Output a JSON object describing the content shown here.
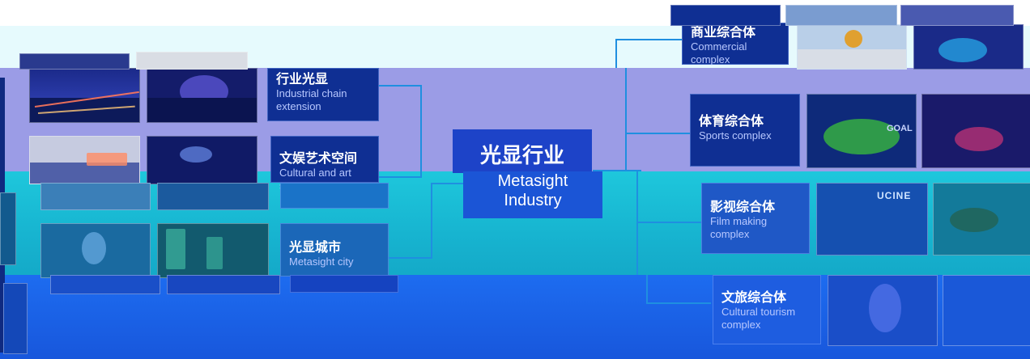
{
  "center": {
    "zh": "光显行业",
    "en_line1": "Metasight",
    "en_line2": "Industry"
  },
  "left_branches": [
    {
      "zh": "行业光显",
      "en": "Industrial chain extension"
    },
    {
      "zh": "文娱艺术空间",
      "en": "Cultural and art space"
    },
    {
      "zh": "光显城市",
      "en": "Metasight city"
    }
  ],
  "right_branches": [
    {
      "zh": "商业综合体",
      "en": "Commercial complex"
    },
    {
      "zh": "体育综合体",
      "en": "Sports complex"
    },
    {
      "zh": "影视综合体",
      "en": "Film making complex"
    },
    {
      "zh": "文旅综合体",
      "en": "Cultural tourism complex"
    }
  ],
  "photo_labels": {
    "ucine": "UCINE",
    "scoreboard": "GOAL"
  },
  "colors": {
    "label_bg": "#0f2f93",
    "connector": "#1f8fe0",
    "band_lavender": "#9b9ce6",
    "band_cyan": "#19bfd6",
    "band_blue": "#1a63e6"
  }
}
